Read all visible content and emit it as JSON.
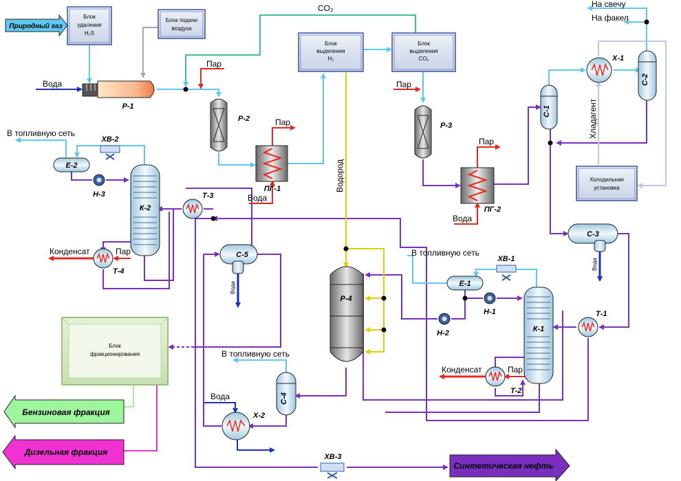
{
  "blocks": {
    "h2s": [
      "Блок",
      "удаления",
      "H₂S"
    ],
    "air": [
      "Блок подачи",
      "воздуха"
    ],
    "h2": [
      "Блок",
      "выделения",
      "H₂"
    ],
    "co2": [
      "Блок",
      "выделения",
      "CO₂"
    ],
    "fridge": [
      "Холодильная",
      "установка"
    ],
    "fraction": [
      "Блок",
      "фракционирования"
    ]
  },
  "streams": {
    "natural_gas": "Природный газ",
    "water": "Вода",
    "steam": "Пар",
    "co2": "CO₂",
    "to_candle": "На свечу",
    "to_flare": "На факел",
    "refrigerant": "Хладагент",
    "hydrogen": "Водород",
    "fuel_net": "В топливную сеть",
    "condensate": "Конденсат"
  },
  "products": {
    "gasoline": "Бензиновая фракция",
    "diesel": "Дизельная фракция",
    "syncrude": "Синтетическая нефть"
  },
  "equipment": {
    "r1": "Р-1",
    "r2": "Р-2",
    "r3": "Р-3",
    "r4": "Р-4",
    "pg1": "ПГ-1",
    "pg2": "ПГ-2",
    "c1": "С-1",
    "c2": "С-2",
    "c3": "С-3",
    "c4": "С-4",
    "c5": "С-5",
    "x1": "Х-1",
    "x2": "Х-2",
    "xv1": "ХВ-1",
    "xv2": "ХВ-2",
    "xv3": "ХВ-3",
    "k1": "К-1",
    "k2": "К-2",
    "e1": "Е-1",
    "e2": "Е-2",
    "n1": "Н-1",
    "n2": "Н-2",
    "n3": "Н-3",
    "t1": "Т-1",
    "t2": "Т-2",
    "t3": "Т-3",
    "t4": "Т-4"
  },
  "colors": {
    "water": "#1a2fbf",
    "steam": "#e8281e",
    "gas": "#5ec8f0",
    "process": "#7a2fbf",
    "co2_line": "#3fbfa0",
    "hydrogen": "#f0e000",
    "gasoline": "#9ef59e",
    "diesel": "#f032d2",
    "syncrude": "#7a2fbf",
    "refrigerant": "#c0c4e8",
    "air": "#a8a8a8"
  }
}
